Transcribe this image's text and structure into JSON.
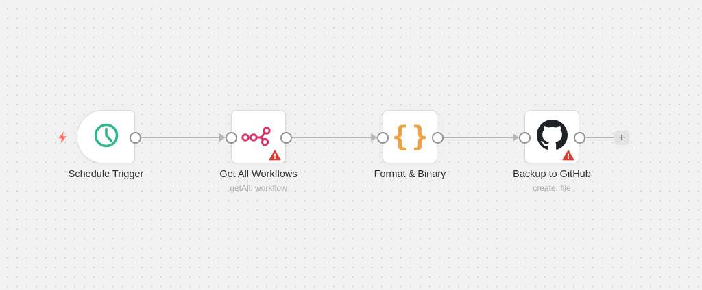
{
  "canvas": {
    "name": "workflow-canvas",
    "background_color": "#f1f1f1",
    "grid_dot_color": "#d7d7d7"
  },
  "colors": {
    "node_background": "#ffffff",
    "node_border": "#dbdbdb",
    "wire": "#b6b6b6",
    "port_border": "#939393",
    "label_text": "#2f2f2f",
    "subtitle_text": "#adadad",
    "trigger_bolt_red": "#ff6e59",
    "clock_green": "#2fb88a",
    "workflow_pink": "#d9336b",
    "braces_orange": "#f0a23e",
    "github_black": "#1f2328",
    "warning_red": "#dc3b30",
    "add_button_bg": "#e3e3e3"
  },
  "nodes": [
    {
      "label": "Schedule Trigger",
      "subtitle": "",
      "icon": "clock-icon",
      "kind": "trigger",
      "has_warning": false
    },
    {
      "label": "Get All Workflows",
      "subtitle": "getAll: workflow",
      "icon": "n8n-workflow-icon",
      "kind": "action",
      "has_warning": true
    },
    {
      "label": "Format & Binary",
      "subtitle": "",
      "icon": "curly-braces-icon",
      "icon_glyph": "{}",
      "kind": "action",
      "has_warning": false
    },
    {
      "label": "Backup to GitHub",
      "subtitle": "create: file",
      "icon": "github-icon",
      "kind": "action",
      "has_warning": true
    }
  ],
  "add_button": {
    "label": "+"
  }
}
